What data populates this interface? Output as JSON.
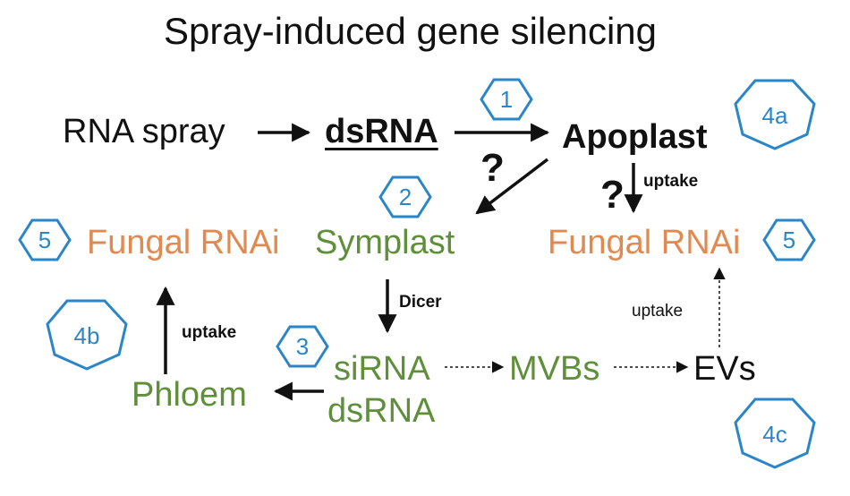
{
  "title": "Spray-induced gene silencing",
  "nodes": {
    "rna_spray": "RNA spray",
    "dsrna_top": "dsRNA",
    "apoplast": "Apoplast",
    "symplast": "Symplast",
    "fungal_rnai_left": "Fungal RNAi",
    "fungal_rnai_right": "Fungal RNAi",
    "sirna": "siRNA",
    "dsrna_bottom": "dsRNA",
    "mvbs": "MVBs",
    "evs": "EVs",
    "phloem": "Phloem"
  },
  "edge_labels": {
    "uptake_apoplast": "uptake",
    "uptake_phloem": "uptake",
    "uptake_evs": "uptake",
    "dicer": "Dicer",
    "question_1": "?",
    "question_2": "?"
  },
  "badges": {
    "b1": "1",
    "b2": "2",
    "b3": "3",
    "b4a": "4a",
    "b4b": "4b",
    "b4c": "4c",
    "b5_left": "5",
    "b5_right": "5"
  },
  "colors": {
    "text": "#111111",
    "orange": "#e08a52",
    "green": "#5f8f3a",
    "badge": "#2a86c8"
  }
}
